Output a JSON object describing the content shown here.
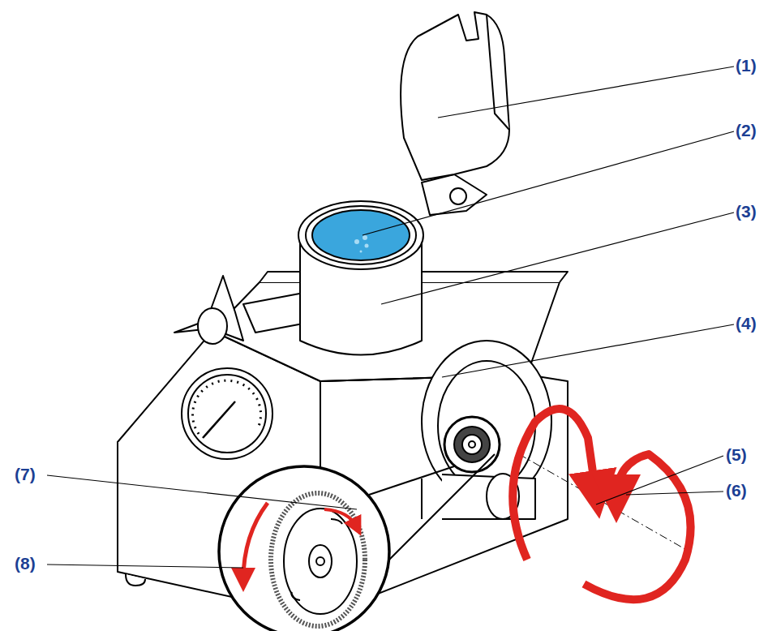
{
  "diagram": {
    "labels": [
      "(1)",
      "(2)",
      "(3)",
      "(4)",
      "(5)",
      "(6)",
      "(7)",
      "(8)"
    ]
  }
}
